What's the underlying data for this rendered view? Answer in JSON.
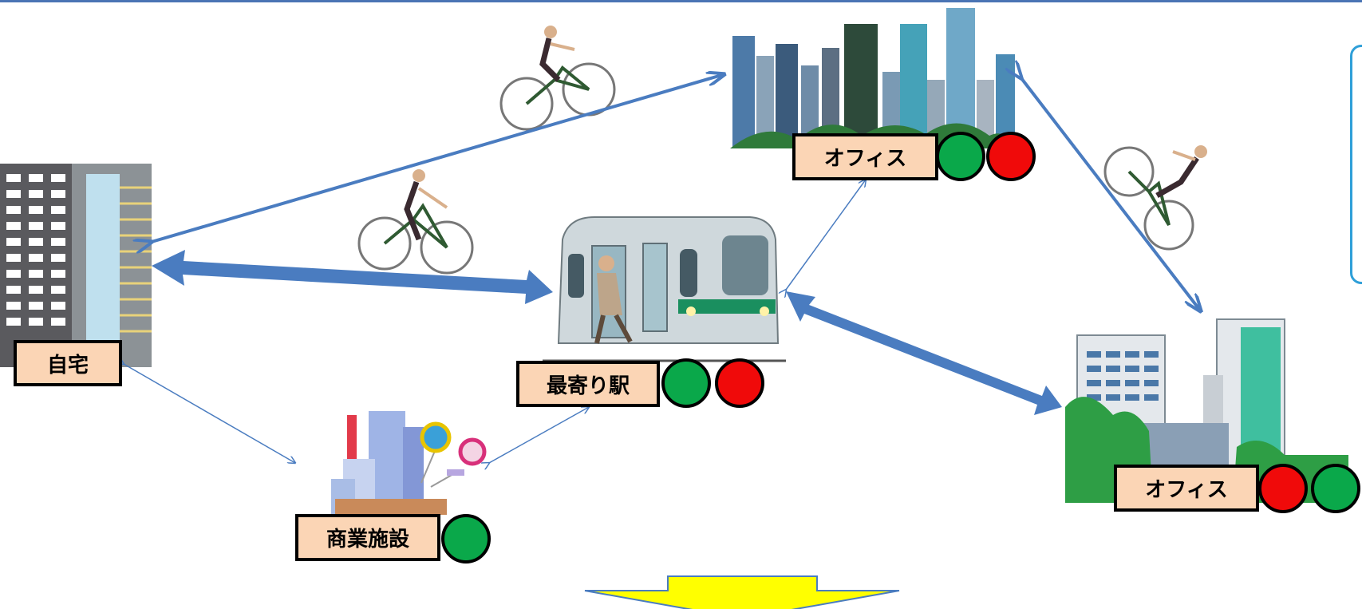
{
  "nodes": {
    "home": {
      "label": "自宅",
      "status_dots": []
    },
    "office_top": {
      "label": "オフィス",
      "status_dots": [
        "green",
        "red"
      ]
    },
    "station": {
      "label": "最寄り駅",
      "status_dots": [
        "green",
        "red"
      ]
    },
    "commercial": {
      "label": "商業施設",
      "status_dots": [
        "green"
      ]
    },
    "office_right": {
      "label": "オフィス",
      "status_dots": [
        "red",
        "green"
      ]
    }
  },
  "colors": {
    "label_fill": "#fbd5b5",
    "arrow_blue": "#4a7cc0",
    "dot_green": "#0aa84a",
    "dot_red": "#f00a0a",
    "down_arrow_fill": "#ffff00"
  },
  "connections": [
    {
      "from": "home",
      "to": "office_top",
      "mode": "bicycle"
    },
    {
      "from": "home",
      "to": "station",
      "mode": "main"
    },
    {
      "from": "home",
      "to": "commercial",
      "mode": "walk"
    },
    {
      "from": "commercial",
      "to": "station",
      "mode": "walk"
    },
    {
      "from": "station",
      "to": "office_top",
      "mode": "walk"
    },
    {
      "from": "station",
      "to": "office_right",
      "mode": "main"
    },
    {
      "from": "office_top",
      "to": "office_right",
      "mode": "bicycle"
    }
  ]
}
